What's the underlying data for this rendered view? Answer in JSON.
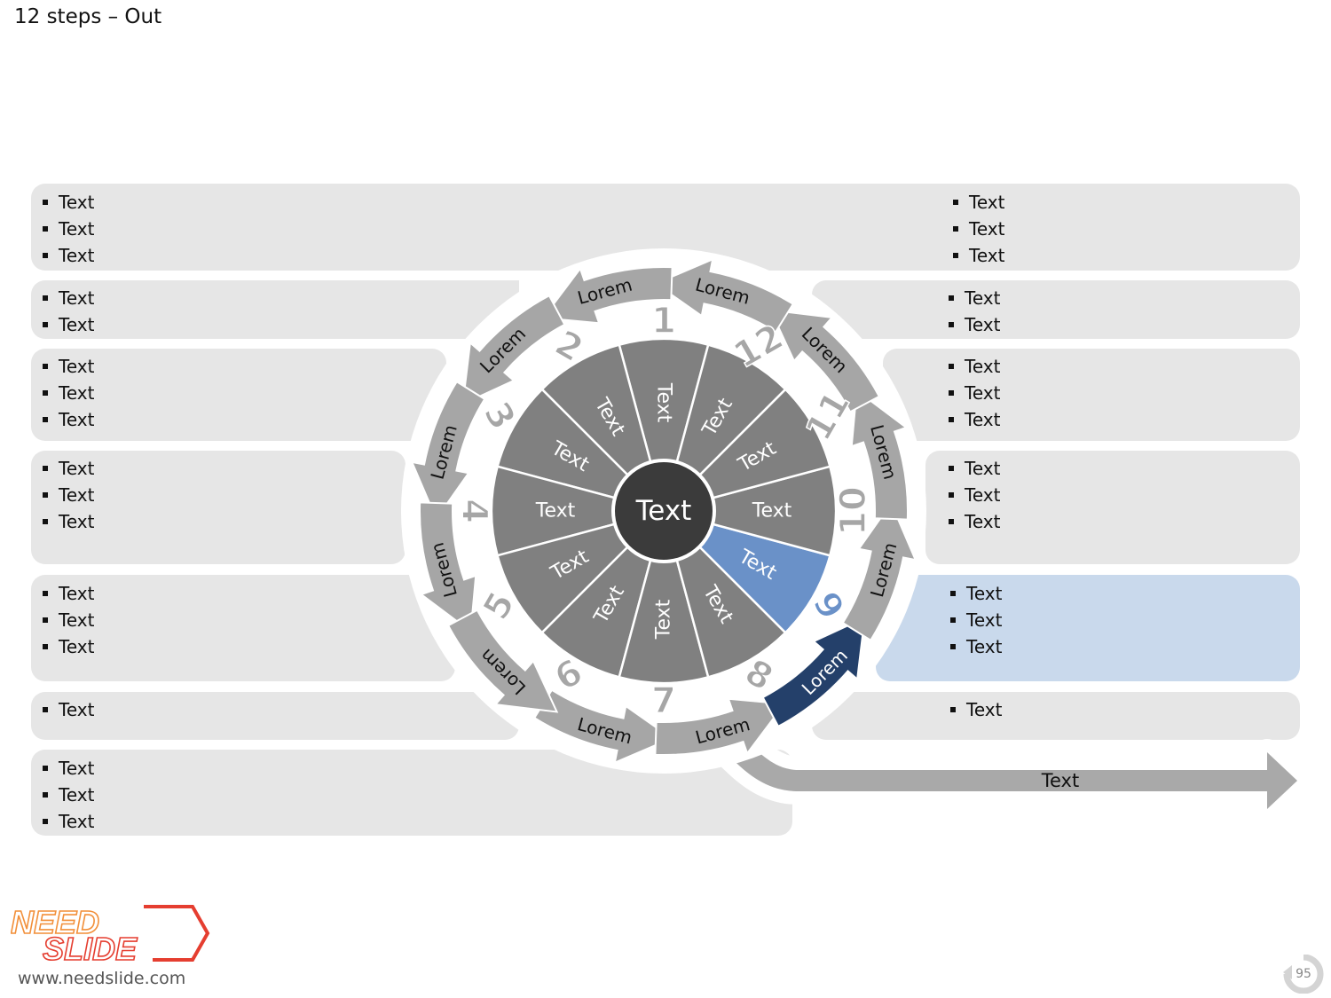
{
  "title": "12 steps – Out",
  "left_panels": [
    {
      "bullets": [
        "Text",
        "Text",
        "Text"
      ]
    },
    {
      "bullets": [
        "Text",
        "Text"
      ]
    },
    {
      "bullets": [
        "Text",
        "Text",
        "Text"
      ]
    },
    {
      "bullets": [
        "Text",
        "Text",
        "Text"
      ]
    },
    {
      "bullets": [
        "Text",
        "Text",
        "Text"
      ]
    },
    {
      "bullets": [
        "Text"
      ]
    },
    {
      "bullets": [
        "Text",
        "Text",
        "Text"
      ]
    }
  ],
  "right_panels": [
    {
      "bullets": [
        "Text",
        "Text",
        "Text"
      ]
    },
    {
      "bullets": [
        "Text",
        "Text"
      ]
    },
    {
      "bullets": [
        "Text",
        "Text",
        "Text"
      ]
    },
    {
      "bullets": [
        "Text",
        "Text",
        "Text"
      ]
    },
    {
      "bullets": [
        "Text",
        "Text",
        "Text"
      ]
    },
    {
      "bullets": [
        "Text"
      ]
    }
  ],
  "center_label": "Text",
  "segments": [
    {
      "number": "1",
      "label": "Text"
    },
    {
      "number": "2",
      "label": "Text"
    },
    {
      "number": "3",
      "label": "Text"
    },
    {
      "number": "4",
      "label": "Text"
    },
    {
      "number": "5",
      "label": "Text"
    },
    {
      "number": "6",
      "label": "Text"
    },
    {
      "number": "7",
      "label": "Text"
    },
    {
      "number": "8",
      "label": "Text"
    },
    {
      "number": "9",
      "label": "Text"
    },
    {
      "number": "10",
      "label": "Text"
    },
    {
      "number": "11",
      "label": "Text"
    },
    {
      "number": "12",
      "label": "Text"
    }
  ],
  "highlight_step": 9,
  "arrow_labels": [
    "Lorem",
    "Lorem",
    "Lorem",
    "Lorem",
    "Lorem",
    "Lorem",
    "Lorem",
    "Lorem",
    "Lorem",
    "Lorem",
    "Lorem",
    "Lorem"
  ],
  "out_arrow_label": "Text",
  "logo": {
    "line1": "NEED",
    "line2": "SLIDE"
  },
  "website": "www.needslide.com",
  "page_number": "95",
  "colors": {
    "panel": "#e6e6e6",
    "panel_highlight": "#c9d9ec",
    "segment": "#808080",
    "segment_highlight": "#6a91c8",
    "center": "#3b3b3b",
    "arrow": "#a6a6a6",
    "arrow_highlight": "#24406a",
    "out_arrow": "#a9a9a9",
    "logo_orange": "#f2903b",
    "logo_red": "#e53e30"
  }
}
